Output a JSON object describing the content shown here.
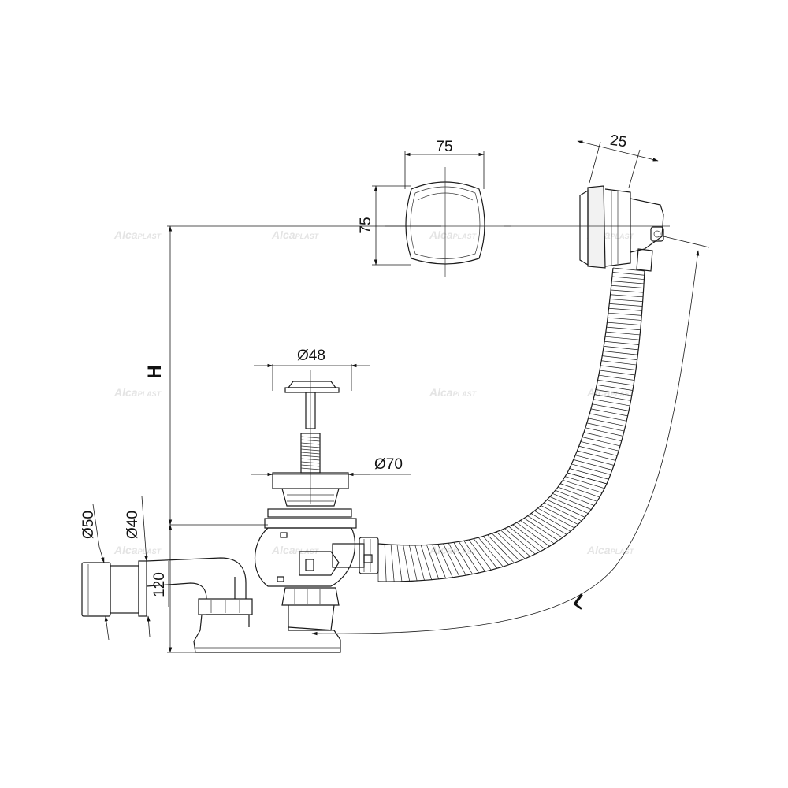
{
  "brand": {
    "watermark_main": "Alca",
    "watermark_sub": "PLAST"
  },
  "dimensions": {
    "overflow_width": "75",
    "overflow_height": "75",
    "overflow_depth": "25",
    "plug_diameter": "Ø48",
    "flange_diameter": "Ø70",
    "outlet_outer_diameter": "Ø50",
    "outlet_inner_diameter": "Ø40",
    "trap_height": "120",
    "height_label": "H",
    "length_label": "L"
  }
}
